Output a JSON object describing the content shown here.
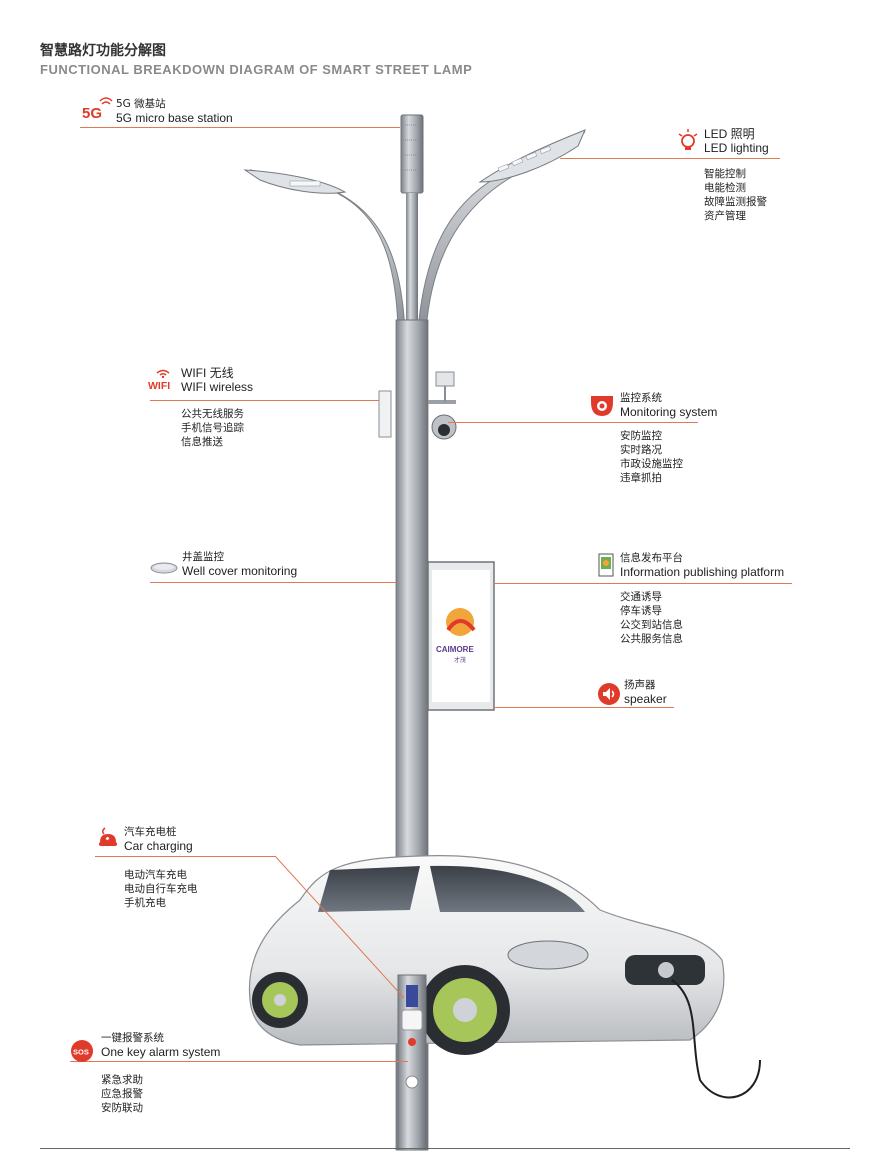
{
  "header": {
    "title_cn": "智慧路灯功能分解图",
    "title_en": "FUNCTIONAL BREAKDOWN DIAGRAM OF SMART STREET LAMP"
  },
  "features": {
    "base_station": {
      "icon_text": "5G",
      "cn": "5G 微基站",
      "en": "5G micro base station"
    },
    "led": {
      "cn": "LED 照明",
      "en": "LED lighting",
      "details": [
        "智能控制",
        "电能检测",
        "故障监测报警",
        "资产管理"
      ]
    },
    "wifi": {
      "icon_text": "WIFI",
      "cn": "WIFI 无线",
      "en": "WIFI wireless",
      "details": [
        "公共无线服务",
        "手机信号追踪",
        "信息推送"
      ]
    },
    "monitoring": {
      "cn": "监控系统",
      "en": "Monitoring system",
      "details": [
        "安防监控",
        "实时路况",
        "市政设施监控",
        "违章抓拍"
      ]
    },
    "well_cover": {
      "cn": "井盖监控",
      "en": "Well cover monitoring"
    },
    "info_platform": {
      "cn": "信息发布平台",
      "en": "Information publishing platform",
      "details": [
        "交通诱导",
        "停车诱导",
        "公交到站信息",
        "公共服务信息"
      ]
    },
    "speaker": {
      "cn": "扬声器",
      "en": "speaker"
    },
    "car_charging": {
      "cn": "汽车充电桩",
      "en": "Car charging",
      "details": [
        "电动汽车充电",
        "电动自行车充电",
        "手机充电"
      ]
    },
    "alarm": {
      "icon_text": "SOS",
      "cn": "一键报警系统",
      "en": "One key alarm system",
      "details": [
        "紧急求助",
        "应急报警",
        "安防联动"
      ]
    }
  },
  "billboard": {
    "brand": "CAIMORE",
    "brand_cn": "才茂"
  },
  "colors": {
    "accent": "#e03a2a",
    "line": "#e07850",
    "pole": "#a8acb2"
  }
}
